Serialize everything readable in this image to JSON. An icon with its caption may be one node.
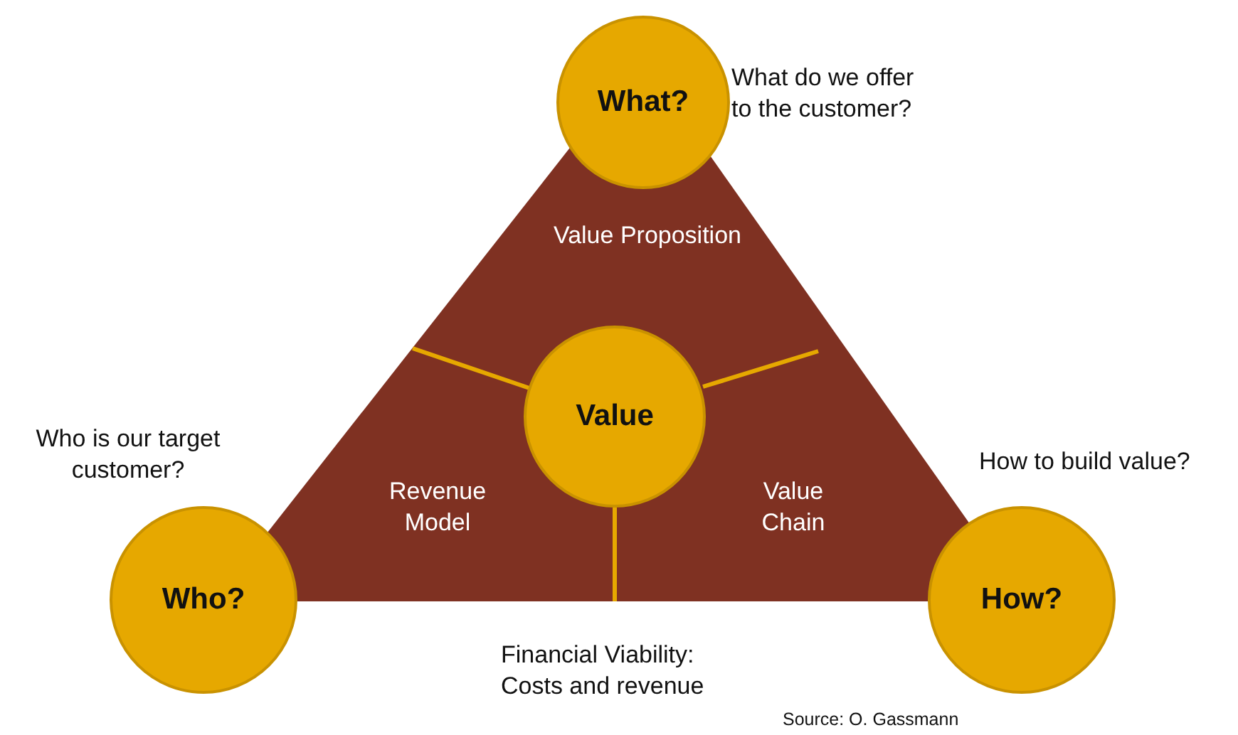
{
  "diagram": {
    "nodes": [
      {
        "text": [
          "What?"
        ],
        "beside": [
          "What do we offer to the customer?"
        ]
      },
      {
        "text": [
          "Value Proposition",
          "Revenue Model",
          "Value Chain"
        ]
      },
      {
        "text": [
          "Value"
        ],
        "in": 1
      },
      {
        "text": [
          "Who?"
        ],
        "beside": [
          "Who is our target customer?"
        ]
      },
      {
        "text": [
          "How?"
        ],
        "beside": [
          "How to build value?"
        ]
      }
    ],
    "labels": [
      "Financial Viability: Costs and revenue",
      "Source: O. Gassmann"
    ]
  }
}
